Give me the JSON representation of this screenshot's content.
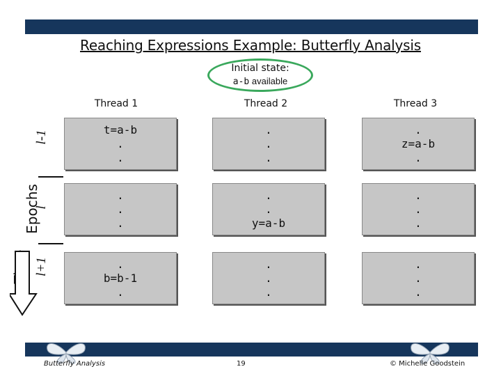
{
  "slide": {
    "title": "Reaching Expressions Example: Butterfly Analysis",
    "callout": {
      "line1": "Initial state:",
      "line2_code": "a-b",
      "line2_text": " available"
    },
    "threads": [
      "Thread 1",
      "Thread 2",
      "Thread 3"
    ],
    "side_labels": {
      "epochs": "Epochs",
      "time": "Time"
    },
    "rows": [
      {
        "label": "l-1",
        "cells": [
          [
            "t=a-b",
            ".",
            "."
          ],
          [
            ".",
            ".",
            "."
          ],
          [
            ".",
            "z=a-b",
            "."
          ]
        ]
      },
      {
        "label": "l",
        "cells": [
          [
            ".",
            ".",
            "."
          ],
          [
            ".",
            ".",
            "y=a-b"
          ],
          [
            ".",
            ".",
            "."
          ]
        ]
      },
      {
        "label": "l+1",
        "cells": [
          [
            ".",
            "b=b-1",
            "."
          ],
          [
            ".",
            ".",
            "."
          ],
          [
            ".",
            ".",
            "."
          ]
        ]
      }
    ],
    "footer": {
      "left": "Butterfly Analysis",
      "center": "19",
      "right": "© Michelle Goodstein"
    },
    "colors": {
      "bar": "#16365c",
      "cell": "#c6c6c6",
      "callout": "#3aa85c"
    }
  }
}
